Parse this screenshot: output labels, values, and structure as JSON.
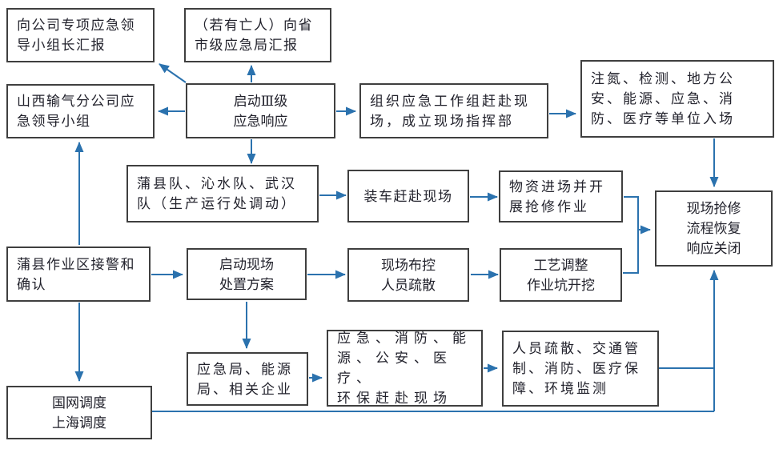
{
  "diagram": {
    "colors": {
      "arrow": "#2b72ae",
      "box_border": "#3f3f3f",
      "text": "#22222c",
      "background": "#ffffff"
    },
    "nodes": {
      "report_company_leader": {
        "text": "向公司专项应急领\n导小组长汇报"
      },
      "report_provincial_bureau": {
        "text": "（若有亡人）向省\n市级应急局汇报"
      },
      "shanxi_leading_group": {
        "text": "山西输气分公司应\n急领导小组"
      },
      "start_level3_response": {
        "text": "启动Ⅲ级\n应急响应"
      },
      "emergency_workgroup": {
        "text": "组织应急工作组赶赴现\n场，成立现场指挥部"
      },
      "units_entry": {
        "text": "注氮、检测、地方公\n安、能源、应急、消\n防、医疗等单位入场"
      },
      "rescue_teams": {
        "text": "蒲县队、沁水队、武汉\n队（生产运行处调动）"
      },
      "truck_dispatch": {
        "text": "装车赶赴现场"
      },
      "materials_entry": {
        "text": "物资进场并开\n展抢修作业"
      },
      "response_closure": {
        "text": "现场抢修\n流程恢复\n响应关闭"
      },
      "puxian_area_alarm": {
        "text": "蒲县作业区接警和\n确认"
      },
      "onsite_plan": {
        "text": "启动现场\n处置方案"
      },
      "site_control": {
        "text": "现场布控\n人员疏散"
      },
      "process_adjustment": {
        "text": "工艺调整\n作业坑开挖"
      },
      "local_bureaus": {
        "text": "应急局、能源\n局、相关企业"
      },
      "agencies_depart": {
        "text": "应急、消防、能\n源、公安、医疗、\n环保赶赴现场"
      },
      "evacuation_support": {
        "text": "人员疏散、交通管\n制、消防、医疗保\n障、环境监测"
      },
      "grid_dispatch": {
        "text": "国网调度\n上海调度"
      }
    }
  }
}
